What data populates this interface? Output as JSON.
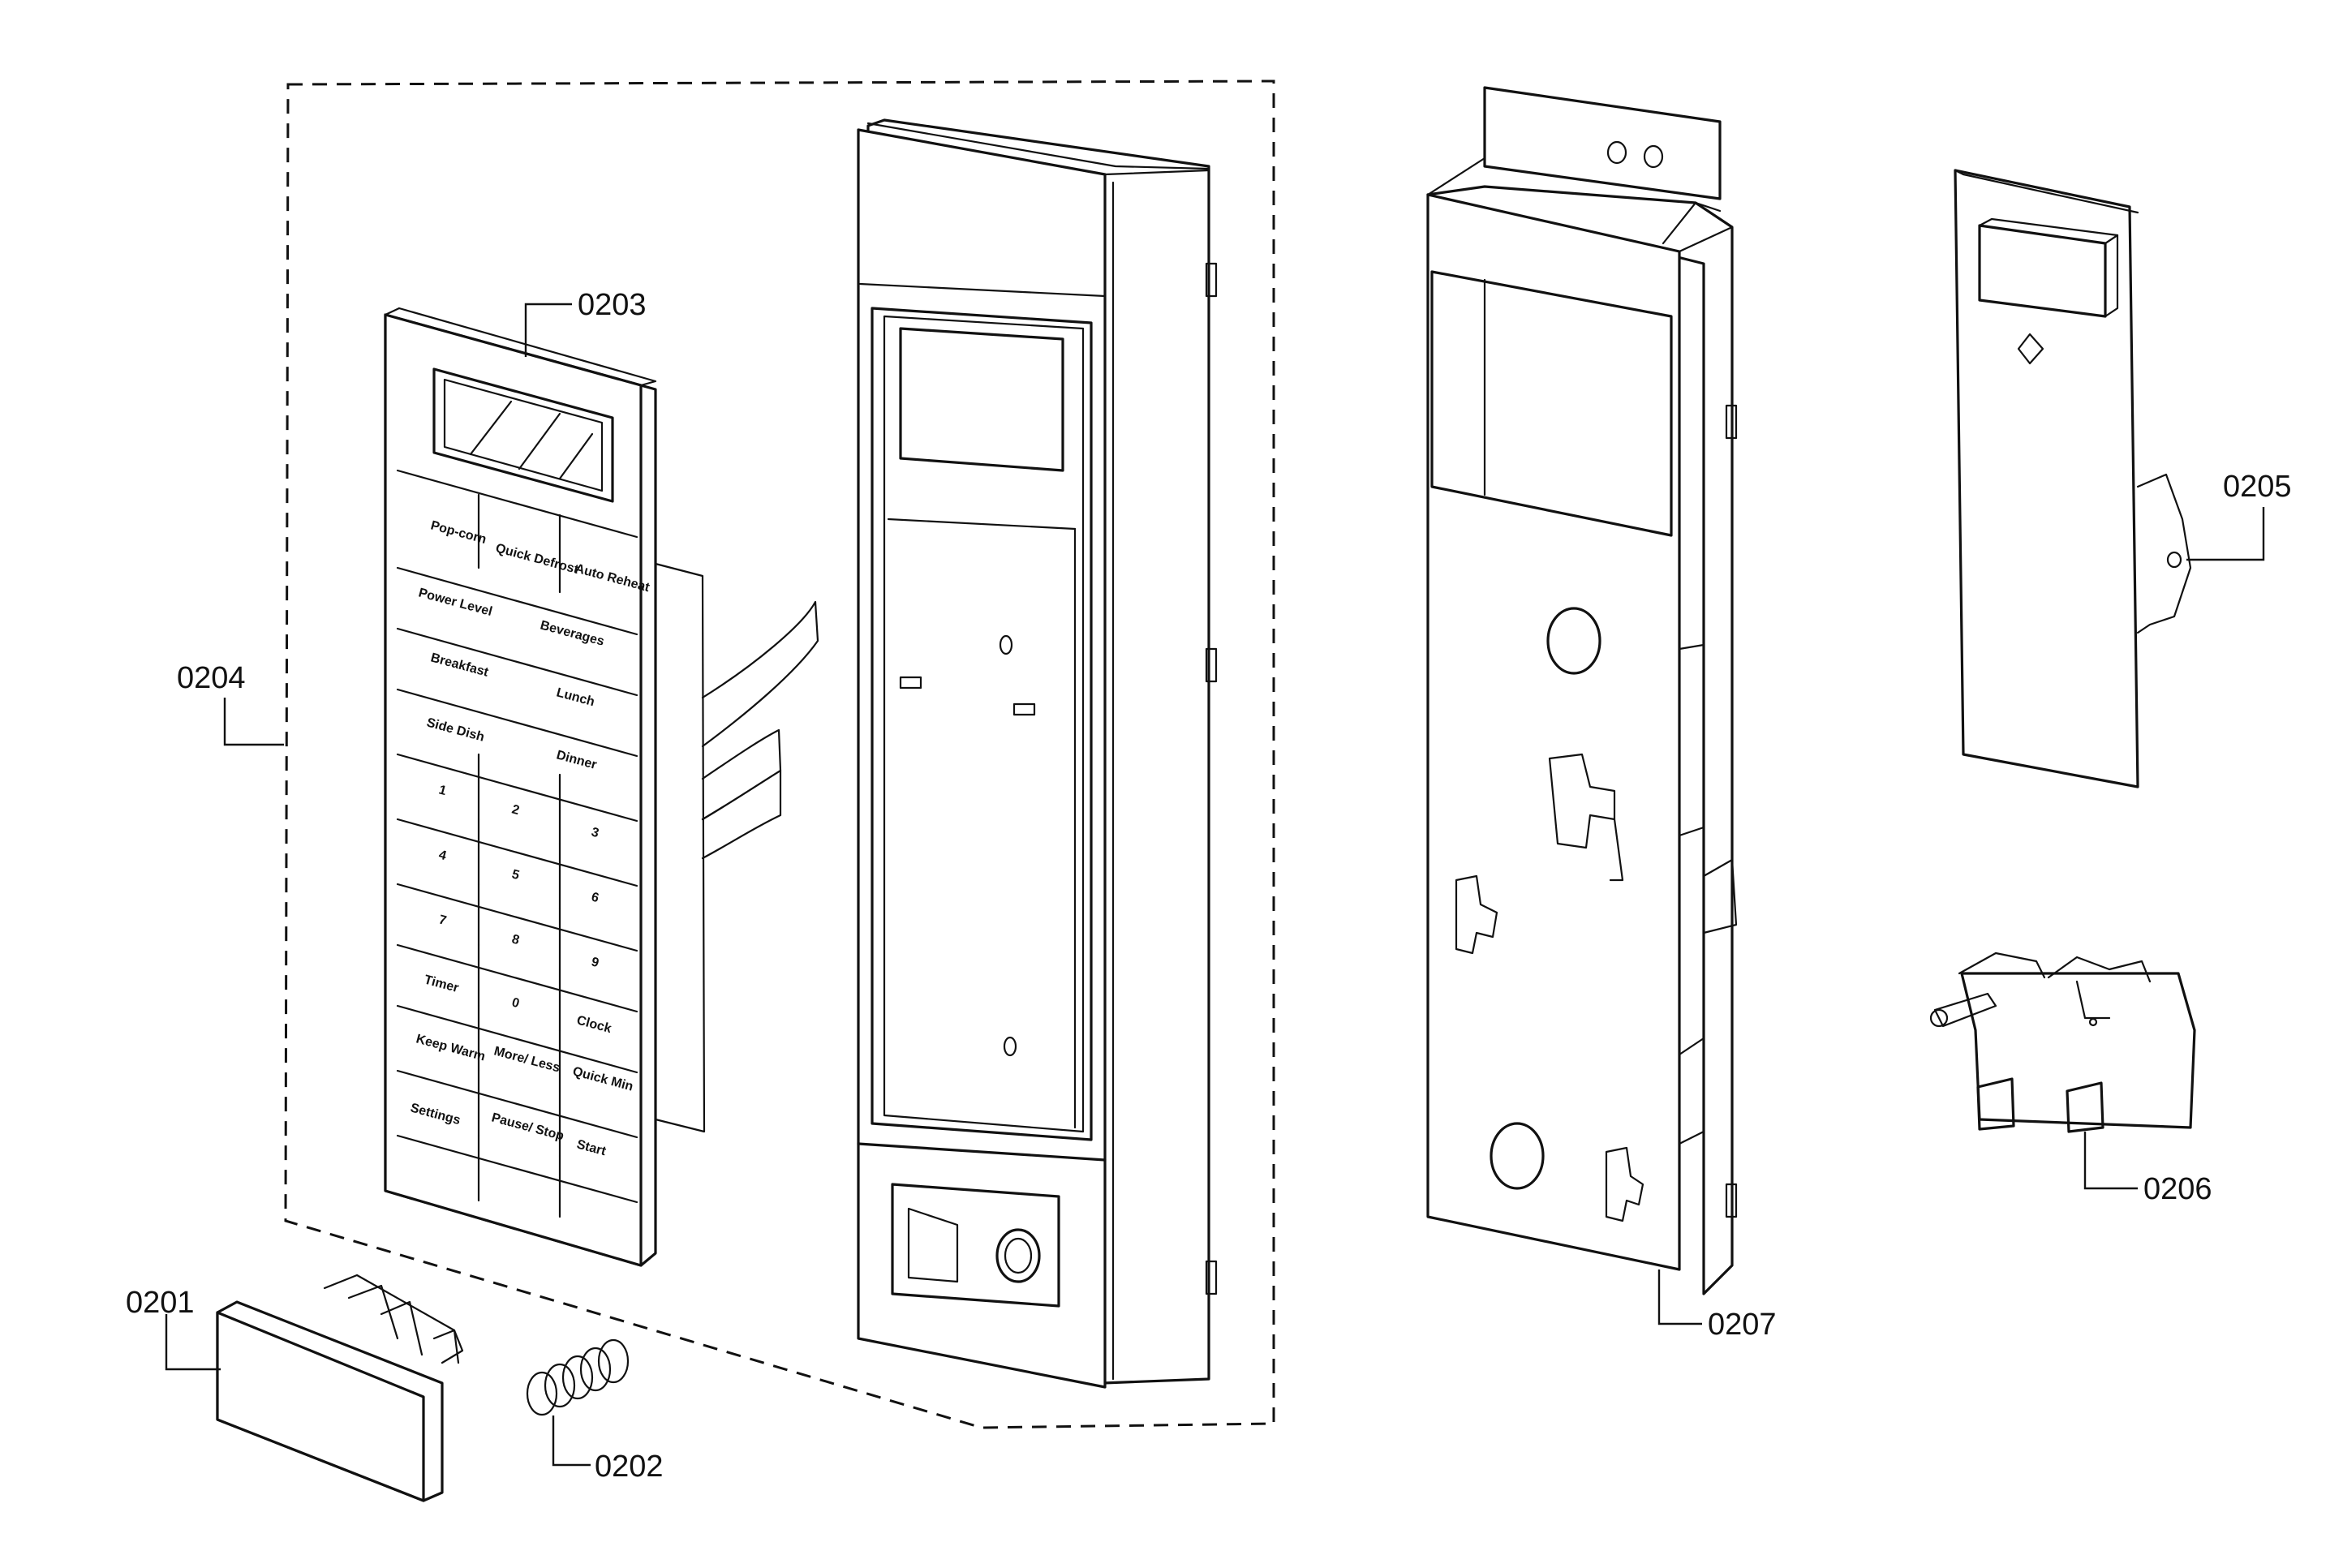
{
  "part_labels": {
    "p0201": "0201",
    "p0202": "0202",
    "p0203": "0203",
    "p0204": "0204",
    "p0205": "0205",
    "p0206": "0206",
    "p0207": "0207"
  },
  "keypad": {
    "row1": [
      "Pop-corn",
      "Quick Defrost",
      "Auto Reheat"
    ],
    "row2": [
      "Power Level",
      "Beverages"
    ],
    "row3": [
      "Breakfast",
      "Lunch"
    ],
    "row4": [
      "Side Dish",
      "Dinner"
    ],
    "digits": [
      "1",
      "2",
      "3",
      "4",
      "5",
      "6",
      "7",
      "8",
      "9"
    ],
    "row_timer": [
      "Timer",
      "0",
      "Clock"
    ],
    "row_keep": [
      "Keep Warm",
      "More/ Less",
      "Quick Min"
    ],
    "row_bottom": [
      "Settings",
      "Pause/ Stop",
      "Start"
    ]
  }
}
